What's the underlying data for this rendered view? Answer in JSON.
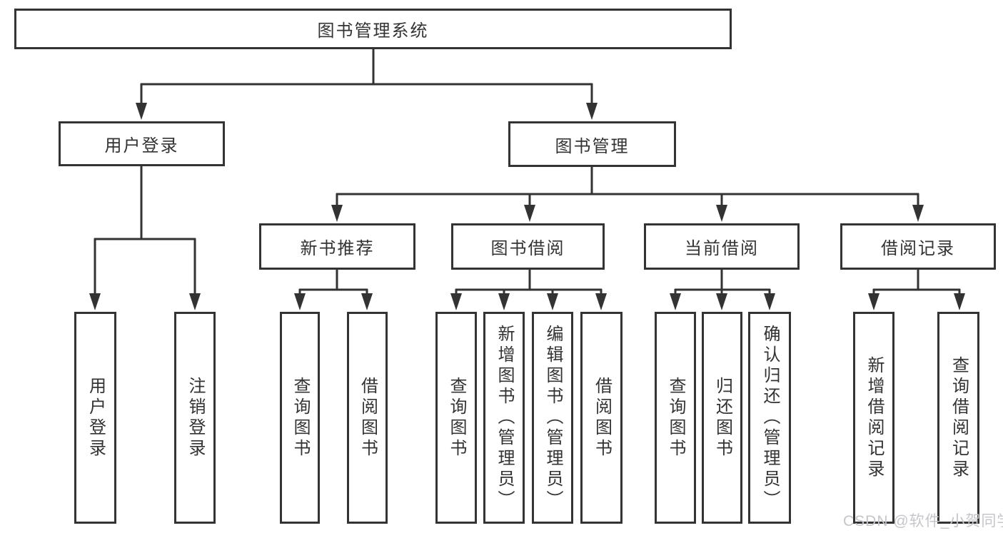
{
  "diagram": {
    "title": "图书管理系统",
    "branches": [
      {
        "label": "用户登录",
        "children": [
          {
            "label": "用户登录"
          },
          {
            "label": "注销登录"
          }
        ]
      },
      {
        "label": "图书管理",
        "children": [
          {
            "label": "新书推荐",
            "children": [
              {
                "label": "查询图书"
              },
              {
                "label": "借阅图书"
              }
            ]
          },
          {
            "label": "图书借阅",
            "children": [
              {
                "label": "查询图书"
              },
              {
                "label": "新增图书（管理员）"
              },
              {
                "label": "编辑图书（管理员）"
              },
              {
                "label": "借阅图书"
              }
            ]
          },
          {
            "label": "当前借阅",
            "children": [
              {
                "label": "查询图书"
              },
              {
                "label": "归还图书"
              },
              {
                "label": "确认归还（管理员）"
              }
            ]
          },
          {
            "label": "借阅记录",
            "children": [
              {
                "label": "新增借阅记录"
              },
              {
                "label": "查询借阅记录"
              }
            ]
          }
        ]
      }
    ]
  },
  "style": {
    "line_color": "#333333",
    "box_background": "#ffffff",
    "text_color": "#333333",
    "watermark_color": "#c7c5ca"
  },
  "watermark": {
    "text": "CSDN @软件_小贺同学"
  }
}
